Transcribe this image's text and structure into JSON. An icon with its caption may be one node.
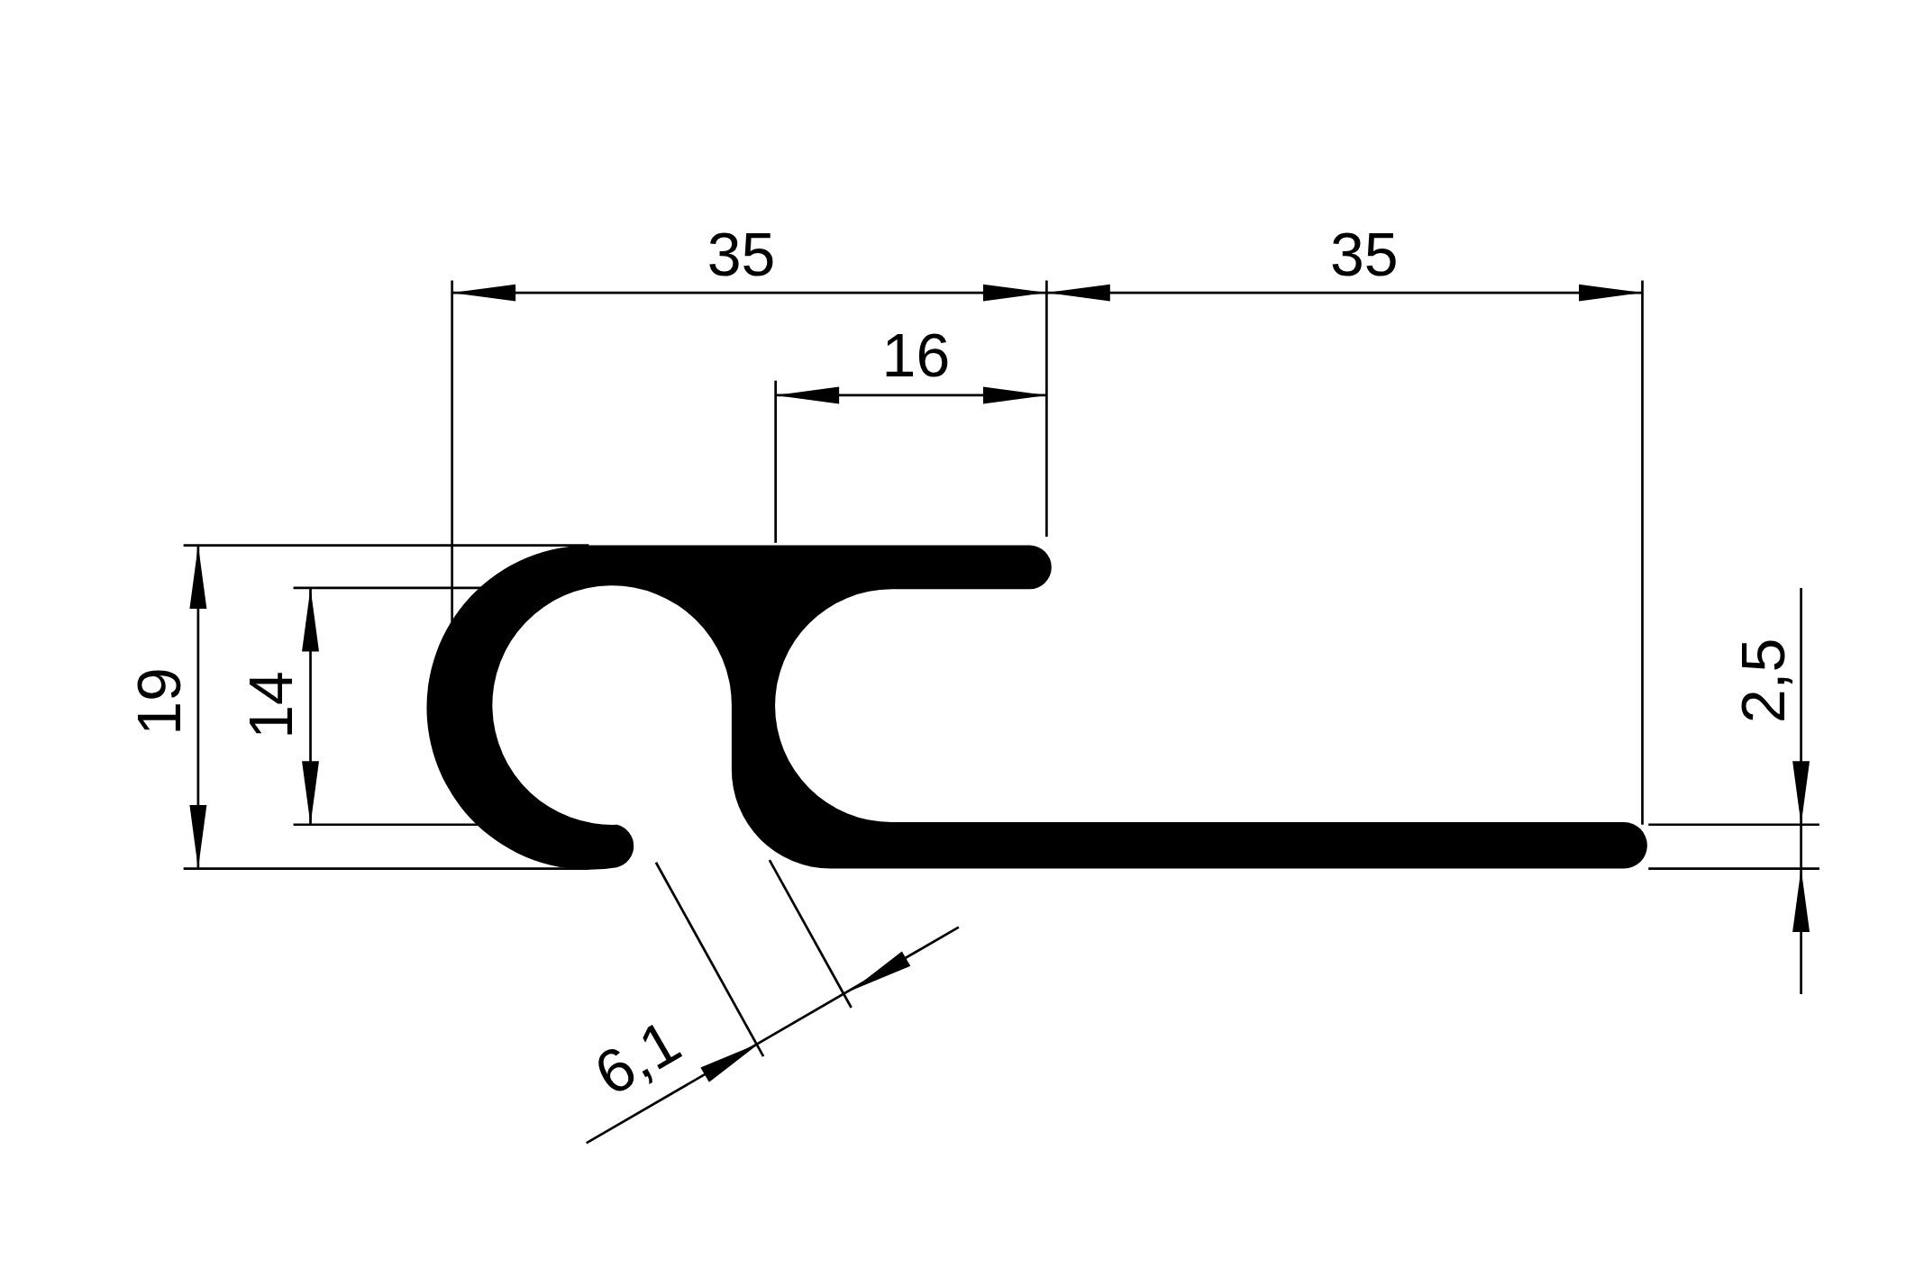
{
  "diagram": {
    "labels": [
      "35",
      "35",
      "16",
      "19",
      "14",
      "2,5",
      "6,1"
    ]
  }
}
